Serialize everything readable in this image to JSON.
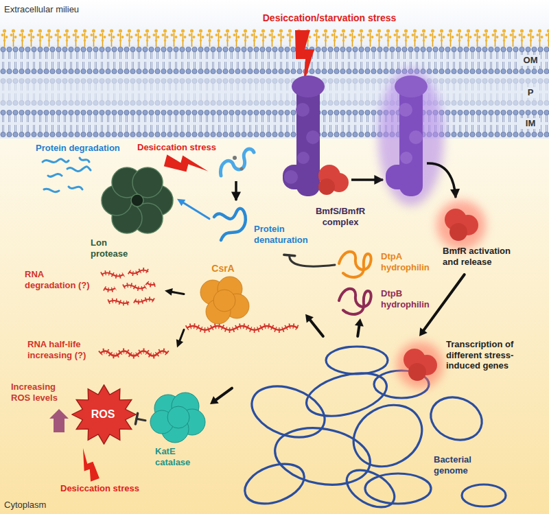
{
  "diagram": {
    "nodes": [
      {
        "text": [
          "BmfS/BmfR complex"
        ]
      },
      {
        "text": [
          "Lon protease"
        ]
      },
      {
        "text": [
          "Protein denaturation"
        ]
      },
      {
        "text": [
          "BmfR activation and release"
        ]
      },
      {
        "text": [
          "DtpA hydrophilin"
        ]
      },
      {
        "text": [
          "DtpB hydrophilin"
        ]
      },
      {
        "text": [
          "RNA degradation (?)"
        ]
      },
      {
        "text": [
          "CsrA"
        ]
      },
      {
        "text": [
          "RNA half-life increasing (?)"
        ]
      },
      {
        "text": [
          "Bacterial genome"
        ]
      },
      {
        "text": [
          "Transcription of different stress-induced genes"
        ],
        "in": 9
      },
      {
        "text": [
          "ROS"
        ]
      },
      {
        "text": [
          "KatE catalase"
        ]
      }
    ],
    "edges": [
      {
        "from": 2,
        "to": 1,
        "arrow": "to"
      },
      {
        "from": 3,
        "to": 10,
        "arrow": "to"
      },
      {
        "from": 9,
        "to": 5,
        "arrow": "to"
      },
      {
        "from": 4,
        "to": 2,
        "arrow": "to"
      },
      {
        "from": 9,
        "to": 7,
        "arrow": "to"
      },
      {
        "from": 7,
        "to": 6,
        "arrow": "to"
      },
      {
        "from": 7,
        "to": 8,
        "arrow": "to"
      },
      {
        "from": 9,
        "to": 12,
        "arrow": "to"
      },
      {
        "from": 12,
        "to": 11,
        "arrow": "to"
      }
    ],
    "labels": [
      "Extracellular milieu",
      "Desiccation/starvation stress",
      "OM",
      "P",
      "IM",
      "Desiccation stress",
      "Protein degradation",
      "Increasing ROS levels",
      "Desiccation stress",
      "Cytoplasm"
    ]
  }
}
